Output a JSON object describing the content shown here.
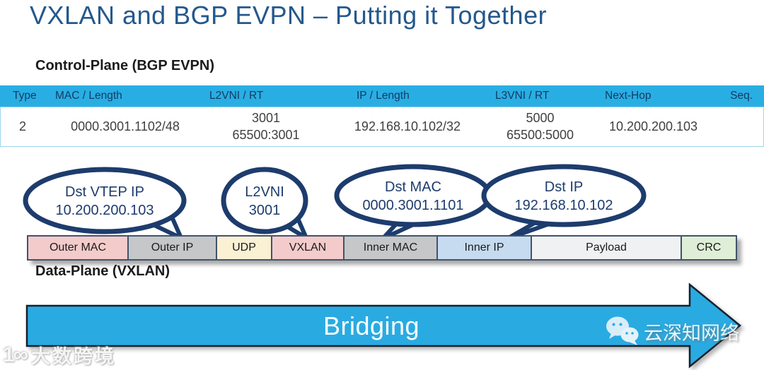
{
  "title": "VXLAN and BGP EVPN – Putting it Together",
  "control_plane": {
    "heading": "Control-Plane (BGP EVPN)"
  },
  "table": {
    "headers": [
      "Type",
      "MAC / Length",
      "L2VNI / RT",
      "IP / Length",
      "L3VNI / RT",
      "Next-Hop",
      "Seq."
    ],
    "row": [
      "2",
      "0000.3001.1102/48",
      "3001\n65500:3001",
      "192.168.10.102/32",
      "5000\n65500:5000",
      "10.200.200.103",
      ""
    ]
  },
  "callouts": [
    {
      "line1": "Dst VTEP IP",
      "line2": "10.200.200.103",
      "points_to": "Outer IP"
    },
    {
      "line1": "L2VNI",
      "line2": "3001",
      "points_to": "VXLAN"
    },
    {
      "line1": "Dst MAC",
      "line2": "0000.3001.1101",
      "points_to": "Inner MAC"
    },
    {
      "line1": "Dst IP",
      "line2": "192.168.10.102",
      "points_to": "Inner IP"
    }
  ],
  "packet": {
    "heading": "Data-Plane (VXLAN)",
    "segments": [
      {
        "label": "Outer MAC",
        "color": "#f3cbcb"
      },
      {
        "label": "Outer IP",
        "color": "#c6c7c9"
      },
      {
        "label": "UDP",
        "color": "#faf0d4"
      },
      {
        "label": "VXLAN",
        "color": "#f3cbcb"
      },
      {
        "label": "Inner MAC",
        "color": "#c6c7c9"
      },
      {
        "label": "Inner IP",
        "color": "#c6dbf0"
      },
      {
        "label": "Payload",
        "color": "#f0f1f2"
      },
      {
        "label": "CRC",
        "color": "#dfeed6"
      }
    ]
  },
  "arrow": {
    "label": "Bridging",
    "color": "#29abe2"
  },
  "watermarks": {
    "wechat_text": "云深知网络",
    "logo_glyph": "1∞",
    "logo_text": "大数跨境"
  },
  "colors": {
    "title_blue": "#24588c",
    "table_header_bg": "#29aee3",
    "table_header_text": "#123c63",
    "bubble_outline": "#1d3c6d",
    "arrow_cyan": "#29abe2"
  }
}
